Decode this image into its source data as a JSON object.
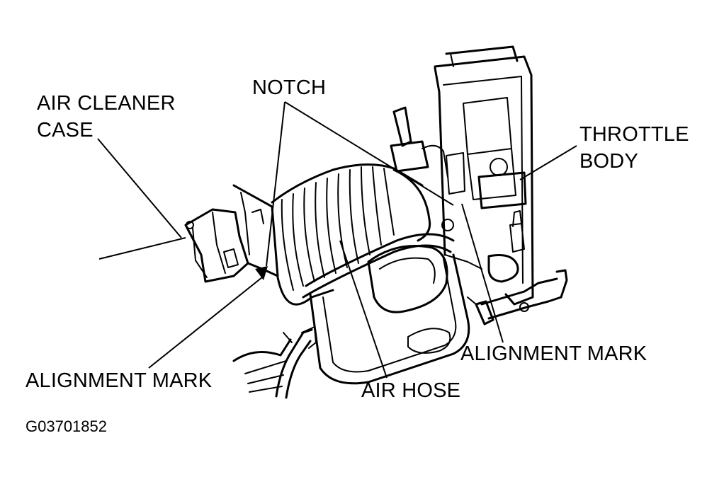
{
  "labels": {
    "air_cleaner_case_line1": "AIR CLEANER",
    "air_cleaner_case_line2": "CASE",
    "notch": "NOTCH",
    "throttle_body_line1": "THROTTLE",
    "throttle_body_line2": "BODY",
    "alignment_mark_right": "ALIGNMENT MARK",
    "alignment_mark_left": "ALIGNMENT MARK",
    "air_hose": "AIR HOSE"
  },
  "figure_id": "G03701852",
  "colors": {
    "ink": "#000000",
    "background": "#ffffff"
  }
}
